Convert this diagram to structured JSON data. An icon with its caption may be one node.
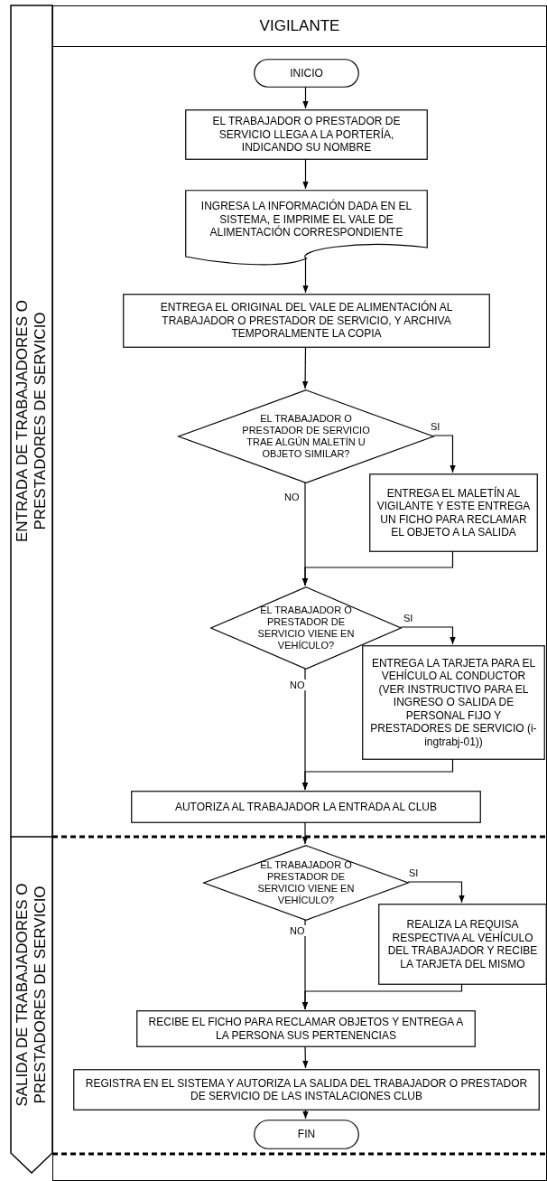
{
  "diagram": {
    "nodes": [
      {
        "text": [
          "VIGILANTE"
        ]
      },
      {
        "text": [
          "ENTRADA DE TRABAJADORES O PRESTADORES DE SERVICIO"
        ]
      },
      {
        "text": [
          "SALIDA DE TRABAJADORES O PRESTADORES DE SERVICIO"
        ]
      },
      {
        "text": [
          "INICIO"
        ],
        "in": 0
      },
      {
        "text": [
          "EL TRABAJADOR O PRESTADOR DE SERVICIO LLEGA A LA PORTERÍA, INDICANDO SU NOMBRE"
        ],
        "in": 0
      },
      {
        "text": [
          "INGRESA LA INFORMACIÓN DADA EN EL SISTEMA, E IMPRIME EL VALE DE ALIMENTACIÓN CORRESPONDIENTE"
        ],
        "in": 0
      },
      {
        "text": [
          "ENTREGA EL ORIGINAL DEL VALE DE ALIMENTACIÓN AL TRABAJADOR O PRESTADOR DE SERVICIO, Y ARCHIVA TEMPORALMENTE LA COPIA"
        ],
        "in": 0
      },
      {
        "text": [
          "EL TRABAJADOR O PRESTADOR DE SERVICIO TRAE ALGÚN MALETÍN U OBJETO SIMILAR?"
        ],
        "in": 0
      },
      {
        "text": [
          "ENTREGA EL MALETÍN AL VIGILANTE Y ESTE ENTREGA UN FICHO PARA RECLAMAR EL OBJETO A LA SALIDA"
        ],
        "in": 0
      },
      {
        "text": [
          "EL TRABAJADOR O PRESTADOR DE SERVICIO VIENE EN VEHÍCULO?"
        ],
        "in": 0
      },
      {
        "text": [
          "ENTREGA LA TARJETA PARA EL VEHÍCULO AL CONDUCTOR (VER INSTRUCTIVO PARA EL INGRESO O SALIDA DE PERSONAL FIJO Y PRESTADORES DE SERVICIO (i-ingtrabj-01))"
        ],
        "in": 0
      },
      {
        "text": [
          "AUTORIZA AL TRABAJADOR LA ENTRADA AL CLUB"
        ],
        "in": 0
      },
      {
        "text": [
          "EL TRABAJADOR O PRESTADOR DE SERVICIO VIENE EN VEHÍCULO?"
        ],
        "in": 0
      },
      {
        "text": [
          "REALIZA LA REQUISA RESPECTIVA AL VEHÍCULO DEL TRABAJADOR Y RECIBE LA TARJETA DEL MISMO"
        ],
        "in": 0
      },
      {
        "text": [
          "RECIBE EL FICHO PARA RECLAMAR OBJETOS Y ENTREGA A LA PERSONA SUS PERTENENCIAS"
        ],
        "in": 0
      },
      {
        "text": [
          "REGISTRA EN EL SISTEMA Y AUTORIZA LA SALIDA DEL TRABAJADOR O PRESTADOR DE SERVICIO DE LAS INSTALACIONES CLUB"
        ],
        "in": 0
      },
      {
        "text": [
          "FIN"
        ],
        "in": 0
      }
    ],
    "edges": [
      {
        "from": 3,
        "to": 4,
        "arrow": "to"
      },
      {
        "from": 4,
        "to": 5,
        "arrow": "to"
      },
      {
        "from": 5,
        "to": 6,
        "arrow": "to"
      },
      {
        "from": 6,
        "to": 7,
        "arrow": "to"
      },
      {
        "from": 7,
        "to": 8,
        "arrow": "to",
        "label": "SI"
      },
      {
        "from": 7,
        "to": 9,
        "arrow": "to",
        "label": "NO"
      },
      {
        "from": 8,
        "to": 9,
        "arrow": "to"
      },
      {
        "from": 9,
        "to": 10,
        "arrow": "to",
        "label": "SI"
      },
      {
        "from": 9,
        "to": 11,
        "arrow": "to",
        "label": "NO"
      },
      {
        "from": 10,
        "to": 11,
        "arrow": "to"
      },
      {
        "from": 11,
        "to": 12,
        "arrow": "to"
      },
      {
        "from": 12,
        "to": 13,
        "arrow": "to",
        "label": "SI"
      },
      {
        "from": 12,
        "to": 14,
        "arrow": "to",
        "label": "NO"
      },
      {
        "from": 13,
        "to": 14,
        "arrow": "to"
      },
      {
        "from": 14,
        "to": 15,
        "arrow": "to"
      },
      {
        "from": 15,
        "to": 16,
        "arrow": "to"
      }
    ]
  }
}
